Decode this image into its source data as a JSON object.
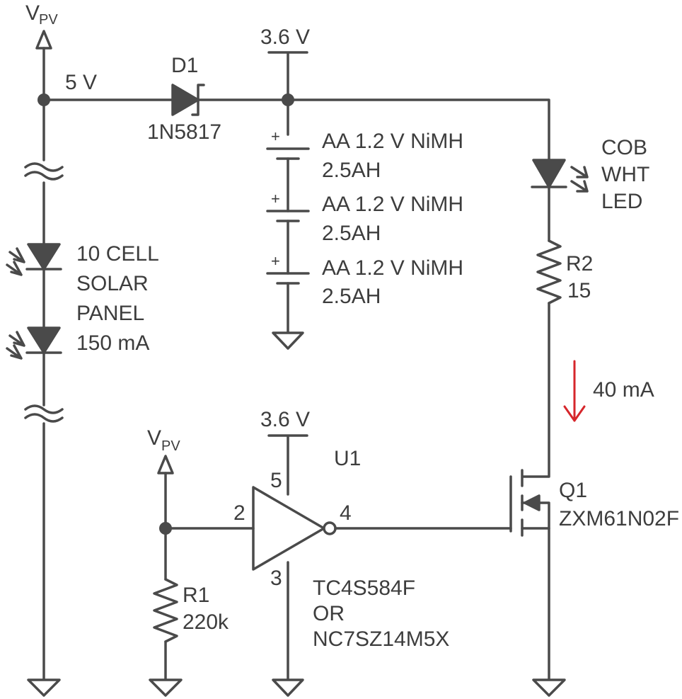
{
  "labels": {
    "vpv_top_main": "V",
    "vpv_top_sub": "PV",
    "node_5v": "5 V",
    "d1_ref": "D1",
    "d1_part": "1N5817",
    "supply_top": "3.6 V",
    "batt_1_line1": "AA 1.2 V NiMH",
    "batt_1_line2": "2.5AH",
    "batt_2_line1": "AA 1.2 V NiMH",
    "batt_2_line2": "2.5AH",
    "batt_3_line1": "AA 1.2 V NiMH",
    "batt_3_line2": "2.5AH",
    "batt_plus": "+",
    "led_line1": "COB",
    "led_line2": "WHT",
    "led_line3": "LED",
    "r2_ref": "R2",
    "r2_value": "15",
    "solar_line1": "10 CELL",
    "solar_line2": "SOLAR",
    "solar_line3": "PANEL",
    "solar_line4": "150 mA",
    "current": "40 mA",
    "supply_u1": "3.6 V",
    "vpv_mid_main": "V",
    "vpv_mid_sub": "PV",
    "u1_ref": "U1",
    "pin5": "5",
    "pin2": "2",
    "pin4": "4",
    "pin3": "3",
    "q1_ref": "Q1",
    "q1_part": "ZXM61N02F",
    "r1_ref": "R1",
    "r1_value": "220k",
    "u1_part_line1": "TC4S584F",
    "u1_part_line2": "OR",
    "u1_part_line3": "NC7SZ14M5X"
  },
  "colors": {
    "wire": "#4a4a4a",
    "text": "#3d3d3d",
    "current_arrow": "#d6262b"
  }
}
